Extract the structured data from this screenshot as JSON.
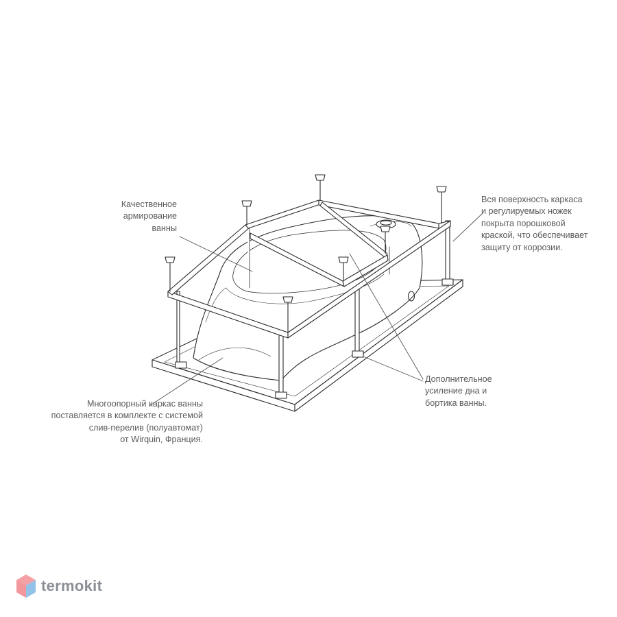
{
  "callouts": {
    "reinforcement": [
      "Качественное",
      "армирование",
      "ванны"
    ],
    "coating": [
      "Вся поверхность каркаса",
      "и регулируемых ножек",
      "покрыта порошковой",
      "краской, что обеспечивает",
      "защиту от коррозии."
    ],
    "bottom": [
      "Дополнительное",
      "усиление дна и",
      "бортика ванны."
    ],
    "frame": [
      "Многоопорный каркас ванны",
      "поставляется в комплекте с системой",
      "слив-перелив (полуавтомат)",
      "от Wirquin, Франция."
    ]
  },
  "watermark": {
    "text": "termokit"
  },
  "colors": {
    "line": "#2b2b2b",
    "leader": "#555555",
    "text": "#5a5a5a",
    "logo_red": "#e8414a",
    "logo_blue": "#3a8fd6"
  }
}
